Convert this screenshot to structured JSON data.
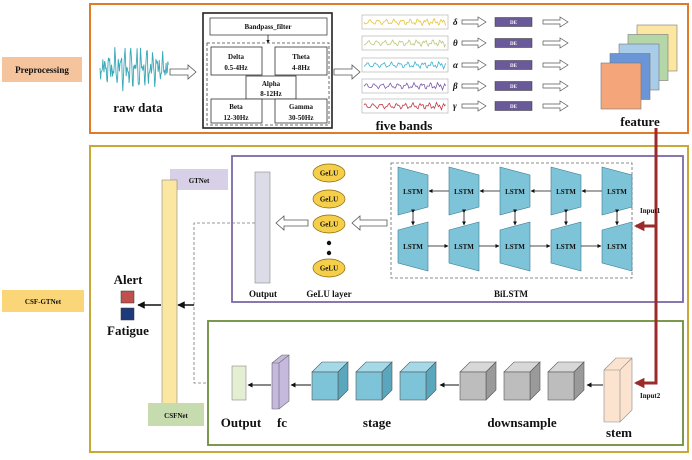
{
  "preprocessing": {
    "section_label": "Preprocessing",
    "raw_data_label": "raw data",
    "filter_title": "Bandpass_filter",
    "bands": [
      {
        "name": "Delta",
        "range": "0.5-4Hz"
      },
      {
        "name": "Theta",
        "range": "4-8Hz"
      },
      {
        "name": "Alpha",
        "range": "8-12Hz"
      },
      {
        "name": "Beta",
        "range": "12-30Hz"
      },
      {
        "name": "Gamma",
        "range": "30-50Hz"
      }
    ],
    "five_bands_label": "five bands",
    "band_symbols": [
      "δ",
      "θ",
      "α",
      "β",
      "γ"
    ],
    "band_colors": [
      "#e8c23a",
      "#b9c97a",
      "#3fb3d0",
      "#7a5aa8",
      "#c23a4a"
    ],
    "de_label": "DE",
    "feature_label": "feature",
    "feature_colors": [
      "#fbe7a2",
      "#b5d6a7",
      "#a9cce8",
      "#6a95d6",
      "#f4a57a"
    ]
  },
  "model": {
    "section_label": "CSF-GTNet",
    "gtnet": {
      "label": "GTNet",
      "output_label": "Output",
      "gelu_label": "GeLU layer",
      "gelu_unit": "GeLU",
      "bilstm_label": "BiLSTM",
      "lstm_unit": "LSTM",
      "input_label": "Input1"
    },
    "csfnet": {
      "label": "CSFNet",
      "output_label": "Output",
      "fc_label": "fc",
      "stage_label": "stage",
      "downsample_label": "downsample",
      "stem_label": "stem",
      "input_label": "Input2"
    },
    "outputs": {
      "alert": "Alert",
      "fatigue": "Fatigue",
      "alert_color": "#c0504d",
      "fatigue_color": "#1f3a7a"
    }
  },
  "colors": {
    "preprocessing_frame": "#e07b2a",
    "model_frame": "#c9a83a",
    "gtnet_frame": "#7a6aa8",
    "csfnet_frame": "#6b8e3a",
    "input_line": "#9b2b2b",
    "lstm": "#7ec4d8",
    "gelu": "#f5cf4a"
  }
}
